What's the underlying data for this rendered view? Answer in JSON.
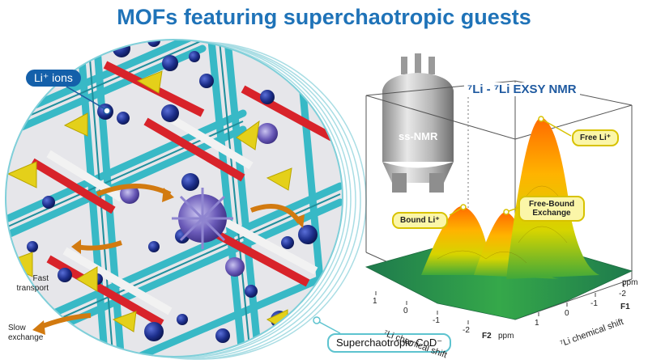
{
  "title": "MOFs featuring superchaotropic guests",
  "labels": {
    "li_ions": "Li⁺ ions",
    "fast_transport": "Fast transport",
    "slow_exchange": "Slow exchange",
    "cod": "Superchaotropic CoD⁻",
    "ss_nmr": "ss-NMR",
    "nmr_title": "⁷Li - ⁷Li EXSY NMR",
    "free_li": "Free Li⁺",
    "bound_li": "Bound Li⁺",
    "free_bound_exchange": "Free-Bound Exchange"
  },
  "axes": {
    "f2_ticks": [
      "1",
      "0",
      "-1",
      "-2"
    ],
    "f2_name": "F2",
    "f2_unit": "ppm",
    "f2_label": "⁷Li chemical shift",
    "f1_ticks": [
      "1",
      "0",
      "-1",
      "-2"
    ],
    "f1_name": "F1",
    "f1_unit": "ppm",
    "f1_label": "⁷Li chemical shift"
  },
  "colors": {
    "title_blue": "#1f73b8",
    "linker_cyan": "#3cc0cc",
    "oxygen_red": "#d8232a",
    "metal_white": "#eeeeee",
    "li_ion_navy": "#1a2e8a",
    "cod_purple": "#6a5ab8",
    "arrow_yellow": "#e6d200",
    "arrow_orange": "#d27a10"
  }
}
